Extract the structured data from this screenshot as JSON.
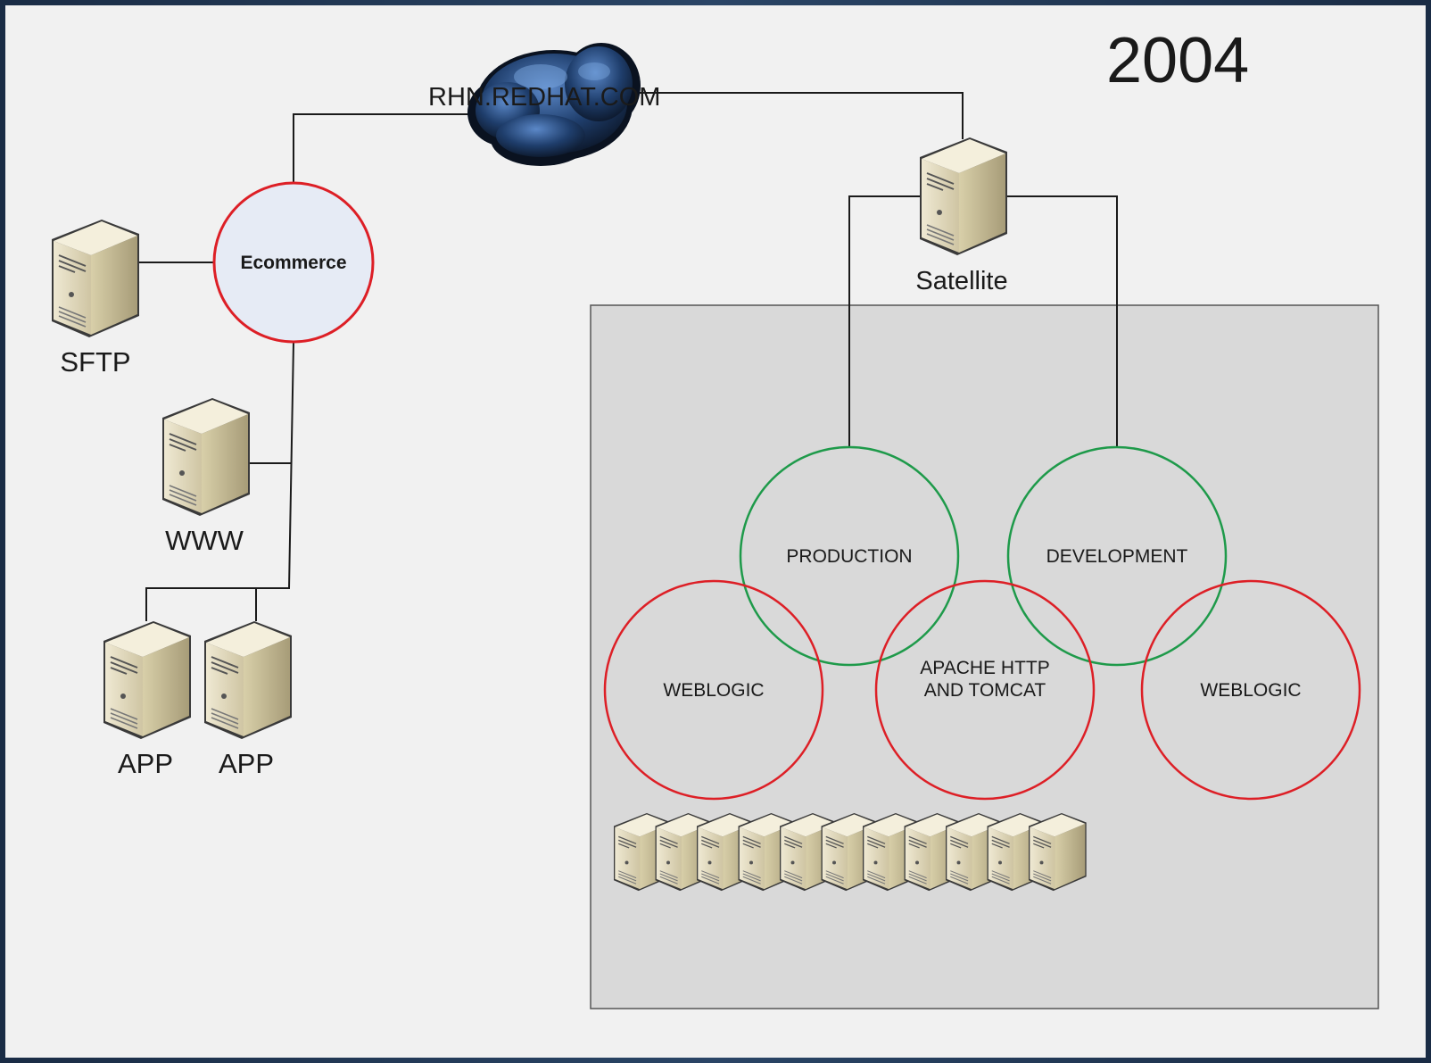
{
  "diagram": {
    "year": "2004",
    "cloud_label": "RHN.REDHAT.COM",
    "hub_label": "Ecommerce",
    "satellite_label": "Satellite",
    "left_servers": {
      "sftp": "SFTP",
      "www": "WWW",
      "app1": "APP",
      "app2": "APP"
    },
    "environments": {
      "production": "PRODUCTION",
      "development": "DEVELOPMENT"
    },
    "stacks": {
      "weblogic_left": "WEBLOGIC",
      "apache_line1": "APACHE HTTP",
      "apache_line2": "AND TOMCAT",
      "weblogic_right": "WEBLOGIC"
    },
    "server_farm_count": 11,
    "colors": {
      "red_ring": "#dd1f26",
      "green_ring": "#1e9a4a",
      "hub_fill": "#e6ebf5",
      "zone_fill": "#d9d9d9"
    }
  }
}
